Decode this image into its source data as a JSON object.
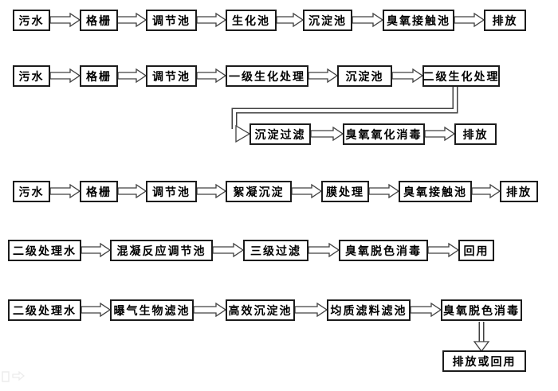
{
  "colors": {
    "background": "#ffffff",
    "box_border": "#1c1c1c",
    "arrow_stroke": "#404040",
    "text": "#000000"
  },
  "flows": [
    {
      "name": "flow-1",
      "nodes": [
        "污水",
        "格栅",
        "调节池",
        "生化池",
        "沉淀池",
        "臭氧接触池",
        "排放"
      ]
    },
    {
      "name": "flow-2",
      "nodes": [
        "污水",
        "格栅",
        "调节池",
        "一级生化处理",
        "沉淀池",
        "二级生化处理",
        "沉淀过滤",
        "臭氧氧化消毒",
        "排放"
      ]
    },
    {
      "name": "flow-3",
      "nodes": [
        "污水",
        "格栅",
        "调节池",
        "絮凝沉淀",
        "膜处理",
        "臭氧接触池",
        "排放"
      ]
    },
    {
      "name": "flow-4",
      "nodes": [
        "二级处理水",
        "混凝反应调节池",
        "三级过滤",
        "臭氧脱色消毒",
        "回用"
      ]
    },
    {
      "name": "flow-5",
      "nodes": [
        "二级处理水",
        "曝气生物滤池",
        "高效沉淀池",
        "均质滤料滤池",
        "臭氧脱色消毒",
        "排放或回用"
      ]
    }
  ]
}
